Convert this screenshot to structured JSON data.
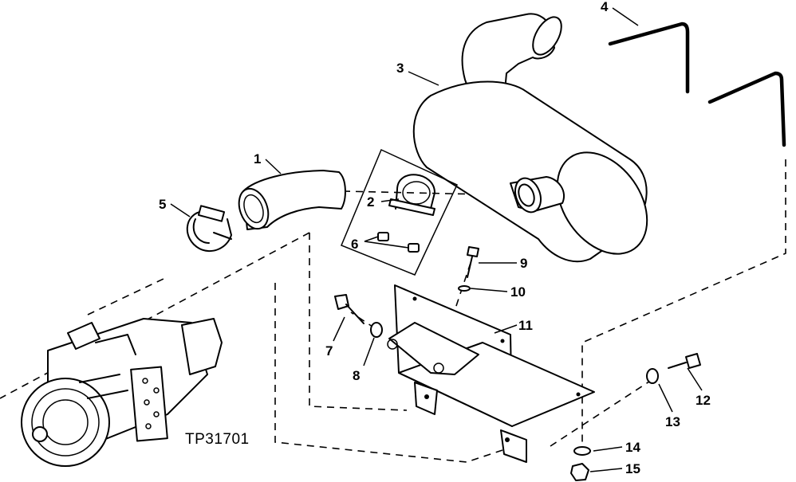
{
  "drawing_code": "TP31701",
  "callouts": [
    "1",
    "2",
    "3",
    "4",
    "5",
    "6",
    "7",
    "8",
    "9",
    "10",
    "11",
    "12",
    "13",
    "14",
    "15"
  ]
}
